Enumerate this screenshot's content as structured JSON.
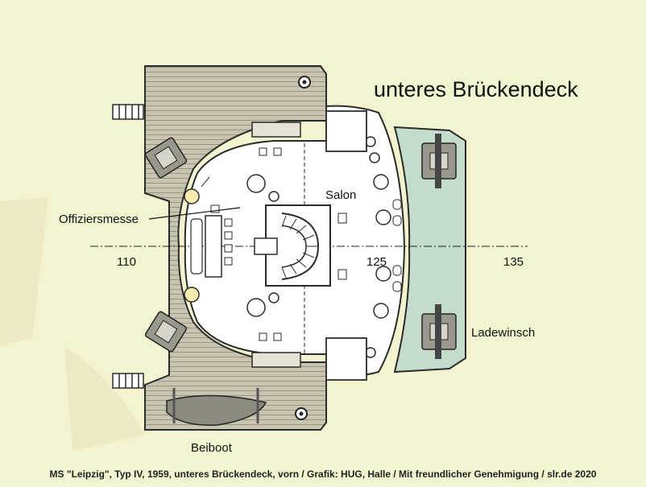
{
  "diagram": {
    "title": "unteres Brückendeck",
    "rooms": {
      "salon": "Salon",
      "officers_mess": "Offiziersmesse"
    },
    "equipment": {
      "cargo_winch": "Ladewinsch",
      "lifeboat": "Beiboot"
    },
    "frame_numbers": [
      "110",
      "125",
      "135"
    ],
    "caption": "MS \"Leipzig\", Typ IV, 1959, unteres Brückendeck, vorn / Grafik: HUG, Halle / Mit freundlicher Genehmigung / slr.de 2020"
  },
  "colors": {
    "background": "#f4f3cf",
    "wood_deck": "#c9c4b0",
    "interior": "#ffffff",
    "foredeck": "#c3dccb",
    "outline": "#2b2b2b",
    "lamp": "#f6ecb0",
    "lifeboat": "#8e8b7e"
  }
}
